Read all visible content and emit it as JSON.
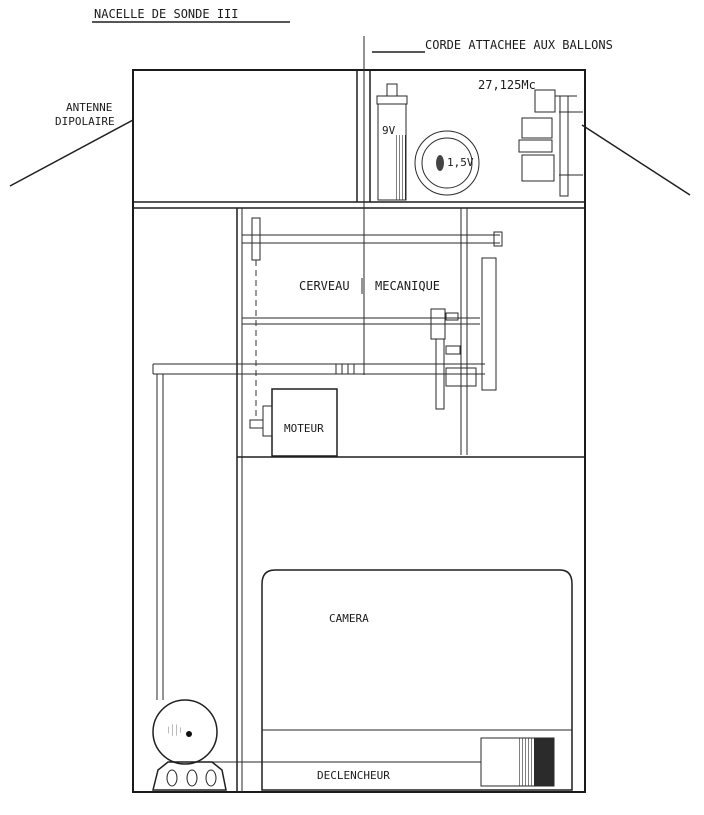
{
  "title": "NACELLE DE SONDE III",
  "labels": {
    "rope": "CORDE ATTACHEE AUX BALLONS",
    "antenna_line1": "ANTENNE",
    "antenna_line2": "DIPOLAIRE",
    "frequency": "27,125Mc",
    "battery_9v": "9V",
    "battery_15v": "1,5V",
    "brain_word1": "CERVEAU",
    "brain_word2": "MECANIQUE",
    "motor": "MOTEUR",
    "camera": "CAMERA",
    "trigger": "DECLENCHEUR"
  },
  "colors": {
    "ink": "#1f1f1f",
    "paper": "#ffffff",
    "shade": "#3a3a3a"
  }
}
